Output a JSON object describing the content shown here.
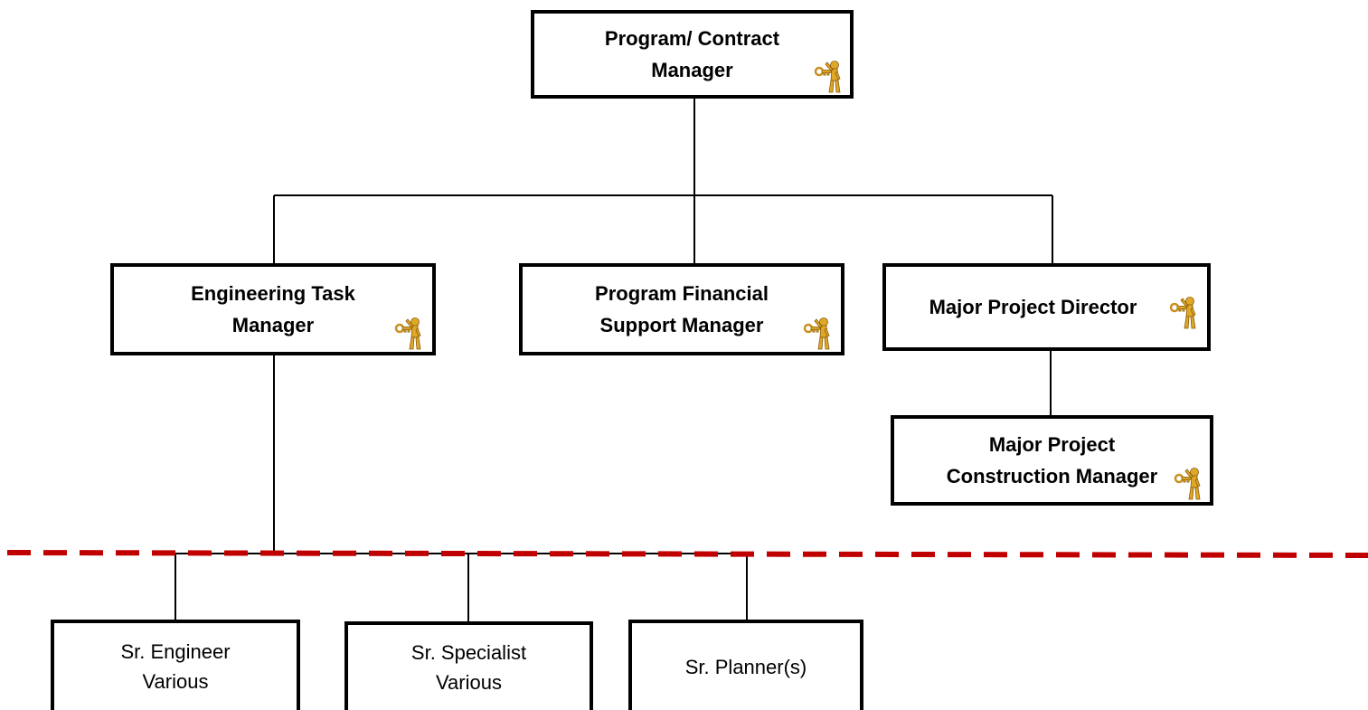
{
  "nodes": {
    "program_contract_manager": {
      "label": "Program/ Contract\nManager",
      "icon": "key-figure-icon"
    },
    "engineering_task_manager": {
      "label": "Engineering Task\nManager",
      "icon": "key-figure-icon"
    },
    "program_financial_support_manager": {
      "label": "Program Financial\nSupport Manager",
      "icon": "key-figure-icon"
    },
    "major_project_director": {
      "label": "Major Project Director",
      "icon": "key-figure-icon"
    },
    "major_project_construction_manager": {
      "label": "Major Project\nConstruction   Manager",
      "icon": "key-figure-icon"
    },
    "sr_engineer": {
      "label": "Sr. Engineer\nVarious"
    },
    "sr_specialist": {
      "label": "Sr. Specialist\nVarious"
    },
    "sr_planner": {
      "label": "Sr. Planner(s)"
    }
  },
  "colors": {
    "divider": "#c00000",
    "border": "#000000",
    "icon_gold": "#d9a520"
  }
}
